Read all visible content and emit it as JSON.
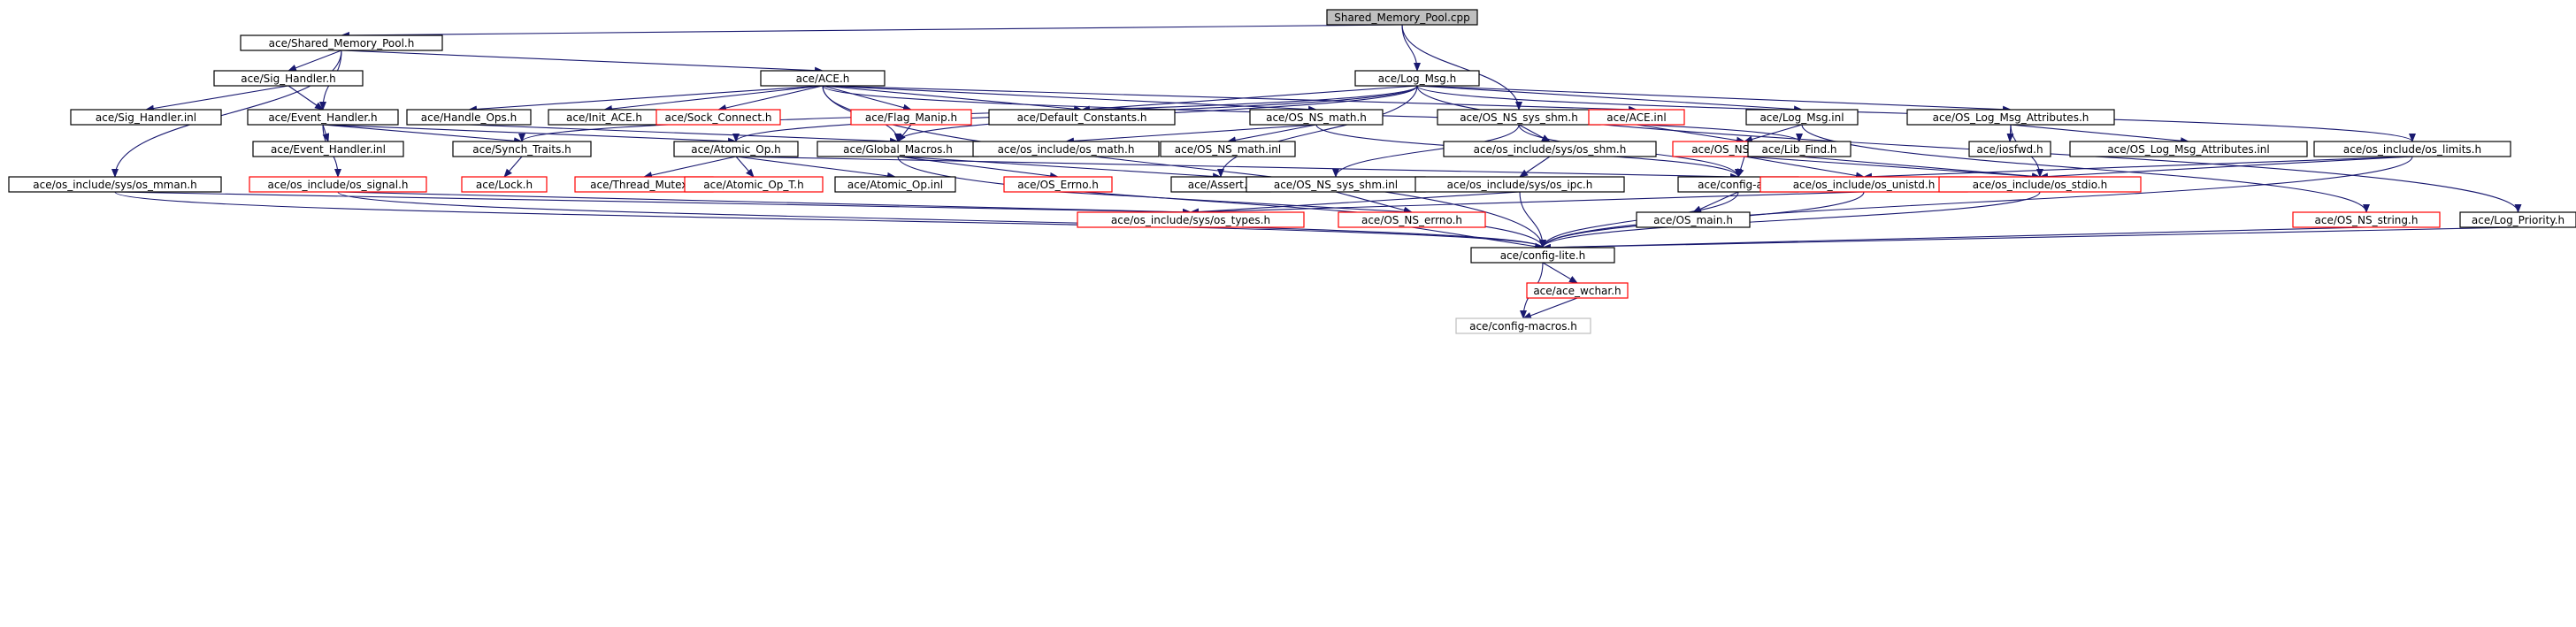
{
  "colors": {
    "edge": "#191970",
    "node_border": "#000000",
    "incomplete_border": "#ff0000",
    "muted_border": "#bfbfbf",
    "root_fill": "#bfbfbf",
    "node_fill": "#ffffff",
    "text": "#000000"
  },
  "nodes": [
    {
      "id": "root",
      "label": "Shared_Memory_Pool.cpp",
      "style": "root"
    },
    {
      "id": "smp",
      "label": "ace/Shared_Memory_Pool.h",
      "style": "normal"
    },
    {
      "id": "sigh",
      "label": "ace/Sig_Handler.h",
      "style": "normal"
    },
    {
      "id": "aceh",
      "label": "ace/ACE.h",
      "style": "normal"
    },
    {
      "id": "logmsg",
      "label": "ace/Log_Msg.h",
      "style": "normal"
    },
    {
      "id": "sighinl",
      "label": "ace/Sig_Handler.inl",
      "style": "normal"
    },
    {
      "id": "evh",
      "label": "ace/Event_Handler.h",
      "style": "normal"
    },
    {
      "id": "handleops",
      "label": "ace/Handle_Ops.h",
      "style": "normal"
    },
    {
      "id": "initace",
      "label": "ace/Init_ACE.h",
      "style": "normal"
    },
    {
      "id": "sockconnect",
      "label": "ace/Sock_Connect.h",
      "style": "red"
    },
    {
      "id": "flagmanip",
      "label": "ace/Flag_Manip.h",
      "style": "red"
    },
    {
      "id": "defconst",
      "label": "ace/Default_Constants.h",
      "style": "normal"
    },
    {
      "id": "osnsmath",
      "label": "ace/OS_NS_math.h",
      "style": "normal"
    },
    {
      "id": "osnssysshm",
      "label": "ace/OS_NS_sys_shm.h",
      "style": "normal"
    },
    {
      "id": "aceinl",
      "label": "ace/ACE.inl",
      "style": "red"
    },
    {
      "id": "logmsginl",
      "label": "ace/Log_Msg.inl",
      "style": "normal"
    },
    {
      "id": "oslogmsgattr",
      "label": "ace/OS_Log_Msg_Attributes.h",
      "style": "normal"
    },
    {
      "id": "evhinl",
      "label": "ace/Event_Handler.inl",
      "style": "normal"
    },
    {
      "id": "synchtraits",
      "label": "ace/Synch_Traits.h",
      "style": "normal"
    },
    {
      "id": "atomicop",
      "label": "ace/Atomic_Op.h",
      "style": "normal"
    },
    {
      "id": "globalmacros",
      "label": "ace/Global_Macros.h",
      "style": "normal"
    },
    {
      "id": "osincmath",
      "label": "ace/os_include/os_math.h",
      "style": "normal"
    },
    {
      "id": "osnsmathinl",
      "label": "ace/OS_NS_math.inl",
      "style": "normal"
    },
    {
      "id": "osincsysshm",
      "label": "ace/os_include/sys/os_shm.h",
      "style": "normal"
    },
    {
      "id": "osnsunistd",
      "label": "ace/OS_NS_unistd.h",
      "style": "red"
    },
    {
      "id": "libfind",
      "label": "ace/Lib_Find.h",
      "style": "normal"
    },
    {
      "id": "iosfwd",
      "label": "ace/iosfwd.h",
      "style": "normal"
    },
    {
      "id": "oslogmsgattrinl",
      "label": "ace/OS_Log_Msg_Attributes.inl",
      "style": "normal"
    },
    {
      "id": "osinclimits",
      "label": "ace/os_include/os_limits.h",
      "style": "normal"
    },
    {
      "id": "osincmman",
      "label": "ace/os_include/sys/os_mman.h",
      "style": "normal"
    },
    {
      "id": "osincsignal",
      "label": "ace/os_include/os_signal.h",
      "style": "red"
    },
    {
      "id": "lock",
      "label": "ace/Lock.h",
      "style": "red"
    },
    {
      "id": "threadmutex",
      "label": "ace/Thread_Mutex.h",
      "style": "red"
    },
    {
      "id": "atomicopt",
      "label": "ace/Atomic_Op_T.h",
      "style": "red"
    },
    {
      "id": "atomicopinl",
      "label": "ace/Atomic_Op.inl",
      "style": "normal"
    },
    {
      "id": "oserrno",
      "label": "ace/OS_Errno.h",
      "style": "red"
    },
    {
      "id": "assert",
      "label": "ace/Assert.h",
      "style": "normal"
    },
    {
      "id": "osnssysshminl",
      "label": "ace/OS_NS_sys_shm.inl",
      "style": "normal"
    },
    {
      "id": "osincsysipc",
      "label": "ace/os_include/sys/os_ipc.h",
      "style": "normal"
    },
    {
      "id": "configall",
      "label": "ace/config-all.h",
      "style": "normal"
    },
    {
      "id": "osincunistd",
      "label": "ace/os_include/os_unistd.h",
      "style": "red"
    },
    {
      "id": "osincstdio",
      "label": "ace/os_include/os_stdio.h",
      "style": "red"
    },
    {
      "id": "osincsystypes",
      "label": "ace/os_include/sys/os_types.h",
      "style": "red"
    },
    {
      "id": "osnserrno",
      "label": "ace/OS_NS_errno.h",
      "style": "red"
    },
    {
      "id": "osmain",
      "label": "ace/OS_main.h",
      "style": "normal"
    },
    {
      "id": "osnsstring",
      "label": "ace/OS_NS_string.h",
      "style": "red"
    },
    {
      "id": "logpriority",
      "label": "ace/Log_Priority.h",
      "style": "normal"
    },
    {
      "id": "configlite",
      "label": "ace/config-lite.h",
      "style": "normal"
    },
    {
      "id": "acewchar",
      "label": "ace/ace_wchar.h",
      "style": "red"
    },
    {
      "id": "configmacros",
      "label": "ace/config-macros.h",
      "style": "muted"
    }
  ],
  "edges": [
    [
      "root",
      "smp"
    ],
    [
      "root",
      "logmsg"
    ],
    [
      "root",
      "osnssysshm"
    ],
    [
      "smp",
      "aceh"
    ],
    [
      "smp",
      "sigh"
    ],
    [
      "smp",
      "evh"
    ],
    [
      "smp",
      "osincmman"
    ],
    [
      "sigh",
      "sighinl"
    ],
    [
      "sigh",
      "evh"
    ],
    [
      "aceh",
      "configlite"
    ],
    [
      "aceh",
      "handleops"
    ],
    [
      "aceh",
      "initace"
    ],
    [
      "aceh",
      "sockconnect"
    ],
    [
      "aceh",
      "flagmanip"
    ],
    [
      "aceh",
      "defconst"
    ],
    [
      "aceh",
      "osnsmath"
    ],
    [
      "aceh",
      "aceinl"
    ],
    [
      "aceh",
      "libfind"
    ],
    [
      "aceh",
      "globalmacros"
    ],
    [
      "logmsg",
      "defconst"
    ],
    [
      "logmsg",
      "logmsginl"
    ],
    [
      "logmsg",
      "oslogmsgattr"
    ],
    [
      "logmsg",
      "osinclimits"
    ],
    [
      "logmsg",
      "logpriority"
    ],
    [
      "logmsg",
      "synchtraits"
    ],
    [
      "logmsg",
      "atomicop"
    ],
    [
      "logmsg",
      "globalmacros"
    ],
    [
      "logmsg",
      "assert"
    ],
    [
      "evh",
      "evhinl"
    ],
    [
      "evh",
      "synchtraits"
    ],
    [
      "evh",
      "atomicop"
    ],
    [
      "evh",
      "osincsignal"
    ],
    [
      "handleops",
      "globalmacros"
    ],
    [
      "flagmanip",
      "globalmacros"
    ],
    [
      "osnsmath",
      "osincmath"
    ],
    [
      "osnsmath",
      "osnsmathinl"
    ],
    [
      "osnsmath",
      "configall"
    ],
    [
      "osnssysshm",
      "osincsysshm"
    ],
    [
      "osnssysshm",
      "osnssysshminl"
    ],
    [
      "osnssysshm",
      "configall"
    ],
    [
      "aceinl",
      "osnsunistd"
    ],
    [
      "logmsginl",
      "osnsunistd"
    ],
    [
      "logmsginl",
      "osnsstring"
    ],
    [
      "oslogmsgattr",
      "iosfwd"
    ],
    [
      "oslogmsgattr",
      "oslogmsgattrinl"
    ],
    [
      "oslogmsgattr",
      "osincstdio"
    ],
    [
      "synchtraits",
      "lock"
    ],
    [
      "atomicop",
      "threadmutex"
    ],
    [
      "atomicop",
      "atomicopt"
    ],
    [
      "atomicop",
      "atomicopinl"
    ],
    [
      "atomicop",
      "configall"
    ],
    [
      "globalmacros",
      "oserrno"
    ],
    [
      "globalmacros",
      "assert"
    ],
    [
      "globalmacros",
      "configlite"
    ],
    [
      "osincsysshm",
      "osincsysipc"
    ],
    [
      "osnsunistd",
      "configall"
    ],
    [
      "osnsunistd",
      "osincunistd"
    ],
    [
      "osnsunistd",
      "osincstdio"
    ],
    [
      "libfind",
      "osincstdio"
    ],
    [
      "osinclimits",
      "osincunistd"
    ],
    [
      "osinclimits",
      "osincstdio"
    ],
    [
      "osinclimits",
      "configlite"
    ],
    [
      "osincmman",
      "osincsystypes"
    ],
    [
      "osincmman",
      "configlite"
    ],
    [
      "osincsignal",
      "osincsystypes"
    ],
    [
      "osincsignal",
      "configlite"
    ],
    [
      "oserrno",
      "osnserrno"
    ],
    [
      "osnssysshminl",
      "osnserrno"
    ],
    [
      "osincsysipc",
      "osincsystypes"
    ],
    [
      "osincsysipc",
      "configlite"
    ],
    [
      "configall",
      "osmain"
    ],
    [
      "configall",
      "configlite"
    ],
    [
      "osincunistd",
      "osincsystypes"
    ],
    [
      "osincunistd",
      "configlite"
    ],
    [
      "osincstdio",
      "configlite"
    ],
    [
      "osnserrno",
      "configlite"
    ],
    [
      "osnsstring",
      "configlite"
    ],
    [
      "logpriority",
      "configlite"
    ],
    [
      "configlite",
      "acewchar"
    ],
    [
      "configlite",
      "configmacros"
    ],
    [
      "acewchar",
      "configmacros"
    ]
  ]
}
